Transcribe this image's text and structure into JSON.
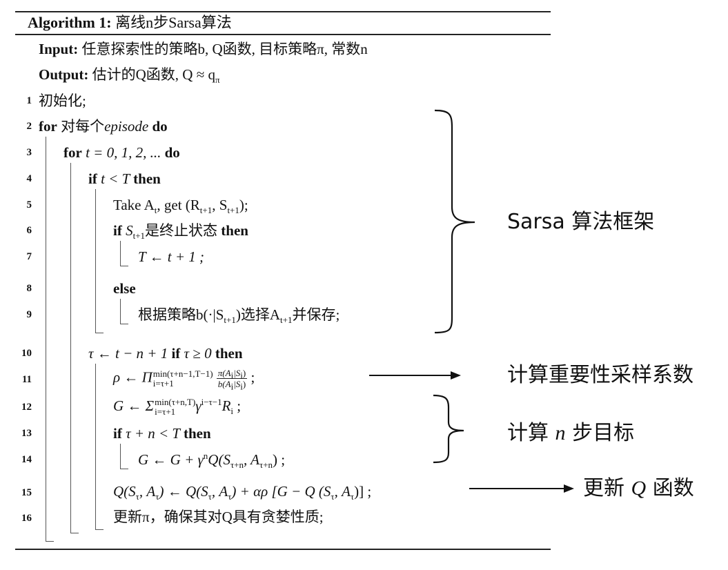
{
  "algorithm": {
    "header_label": "Algorithm 1:",
    "title": "离线n步Sarsa算法",
    "input_label": "Input:",
    "input_text": "任意探索性的策略b, Q函数, 目标策略π, 常数n",
    "output_label": "Output:",
    "output_text": "估计的Q函数, Q ≈ q",
    "output_sub": "π"
  },
  "lines": {
    "n1": "1",
    "n2": "2",
    "n3": "3",
    "n4": "4",
    "n5": "5",
    "n6": "6",
    "n7": "7",
    "n8": "8",
    "n9": "9",
    "n10": "10",
    "n11": "11",
    "n12": "12",
    "n13": "13",
    "n14": "14",
    "n15": "15",
    "n16": "16",
    "l1": "初始化;",
    "l2_kw": "for",
    "l2_text": " 对每个",
    "l2_var": "episode",
    "l2_do": " do",
    "l3_kw": "for",
    "l3_text": " t = 0, 1, 2, ... ",
    "l3_do": "do",
    "l4_kw": "if",
    "l4_text": " t < T ",
    "l4_then": "then",
    "l5_text": "Take A",
    "l5_sub": "t",
    "l5_rest": ", get (R",
    "l5_sub2": "t+1",
    "l5_mid": ", S",
    "l5_sub3": "t+1",
    "l5_end": ");",
    "l6_kw": "if",
    "l6_text": " S",
    "l6_sub": "t+1",
    "l6_rest": "是终止状态 ",
    "l6_then": "then",
    "l7_text": "T ← t + 1 ;",
    "l8_kw": "else",
    "l9_text": "根据策略b(·|S",
    "l9_sub": "t+1",
    "l9_mid": ")选择A",
    "l9_sub2": "t+1",
    "l9_end": "并保存;",
    "l10_text": "τ ← t − n + 1 ",
    "l10_kw": "if",
    "l10_cond": " τ ≥ 0 ",
    "l10_then": "then",
    "l11_lhs": "ρ ← Π",
    "l11_sup": "min(τ+n−1,T−1)",
    "l11_sub": "i=τ+1",
    "l11_num": "π(A",
    "l11_num_sub": "i",
    "l11_num_end": "|S",
    "l11_num_sub2": "i",
    "l11_num_close": ")",
    "l11_den": "b(A",
    "l11_den_sub": "i",
    "l11_den_end": "|S",
    "l11_den_sub2": "i",
    "l11_den_close": ")",
    "l11_end": " ;",
    "l12_lhs": "G ← Σ",
    "l12_sup": "min(τ+n,T)",
    "l12_sub": "i=τ+1",
    "l12_gamma": "γ",
    "l12_gsup": "i−τ−1",
    "l12_R": "R",
    "l12_rsub": "i",
    "l12_end": " ;",
    "l13_kw": "if",
    "l13_text": " τ + n < T ",
    "l13_then": "then",
    "l14_text": "G ← G + γ",
    "l14_sup": "n",
    "l14_q": "Q(S",
    "l14_sub": "τ+n",
    "l14_mid": ", A",
    "l14_sub2": "τ+n",
    "l14_end": ") ;",
    "l15_text": "Q(S",
    "l15_s1": "τ",
    "l15_a": ", A",
    "l15_s2": "τ",
    "l15_b": ") ← Q(S",
    "l15_s3": "τ",
    "l15_c": ", A",
    "l15_s4": "τ",
    "l15_d": ") + αρ [G − Q (S",
    "l15_s5": "τ",
    "l15_e": ", A",
    "l15_s6": "τ",
    "l15_f": ")] ;",
    "l16_text": "更新π，确保其对Q具有贪婪性质;"
  },
  "annotations": {
    "sarsa": "Sarsa 算法框架",
    "importance": "计算重要性采样系数",
    "nstep_pre": "计算 ",
    "nstep_var": "n",
    "nstep_post": " 步目标",
    "update_pre": "更新 ",
    "update_var": "Q",
    "update_post": " 函数"
  }
}
